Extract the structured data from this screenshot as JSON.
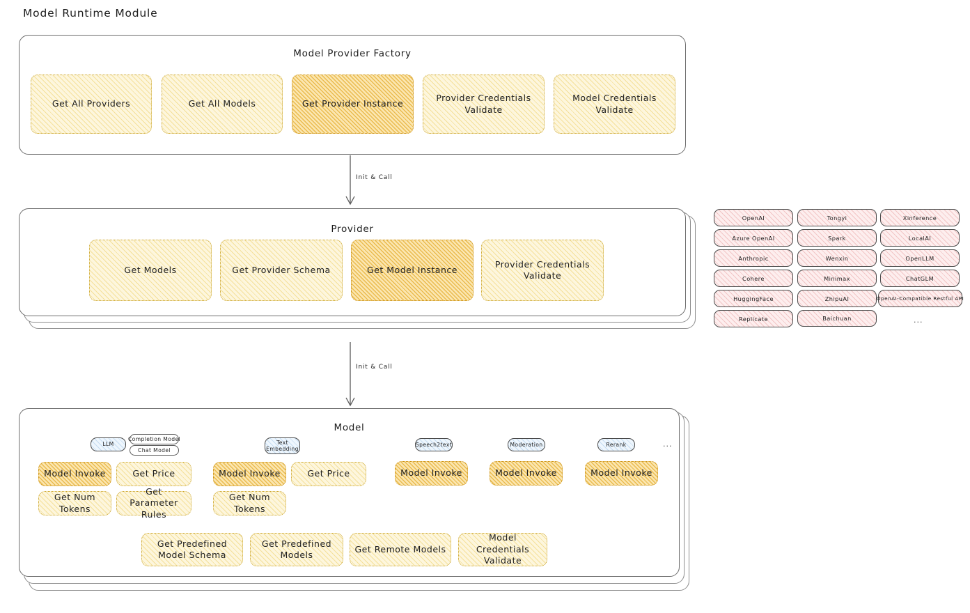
{
  "page": {
    "title": "Model Runtime Module"
  },
  "factory": {
    "title": "Model Provider Factory",
    "nodes": [
      {
        "label": "Get All Providers",
        "highlight": false
      },
      {
        "label": "Get All Models",
        "highlight": false
      },
      {
        "label": "Get Provider Instance",
        "highlight": true
      },
      {
        "label": "Provider Credentials Validate",
        "highlight": false
      },
      {
        "label": "Model Credentials Validate",
        "highlight": false
      }
    ]
  },
  "arrows": [
    {
      "label": "Init & Call"
    },
    {
      "label": "Init & Call"
    }
  ],
  "provider": {
    "title": "Provider",
    "nodes": [
      {
        "label": "Get Models",
        "highlight": false
      },
      {
        "label": "Get Provider Schema",
        "highlight": false
      },
      {
        "label": "Get Model Instance",
        "highlight": true
      },
      {
        "label": "Provider Credentials Validate",
        "highlight": false
      }
    ]
  },
  "provider_list": {
    "columns": [
      [
        "OpenAI",
        "Azure OpenAI",
        "Anthropic",
        "Cohere",
        "HuggingFace",
        "Replicate"
      ],
      [
        "Tongyi",
        "Spark",
        "Wenxin",
        "Minimax",
        "ZhipuAI",
        "Baichuan"
      ],
      [
        "Xinference",
        "LocalAI",
        "OpenLLM",
        "ChatGLM",
        "OpenAI-Compatible Restful API"
      ]
    ],
    "more": "..."
  },
  "model": {
    "title": "Model",
    "more": "...",
    "types": [
      {
        "name": "LLM",
        "sub": [
          "Completion Model",
          "Chat Model"
        ],
        "nodes": [
          {
            "label": "Model Invoke",
            "highlight": true
          },
          {
            "label": "Get Price",
            "highlight": false
          },
          {
            "label": "Get Num Tokens",
            "highlight": false
          },
          {
            "label": "Get Parameter Rules",
            "highlight": false
          }
        ]
      },
      {
        "name": "Text Embedding",
        "sub": [],
        "nodes": [
          {
            "label": "Model Invoke",
            "highlight": true
          },
          {
            "label": "Get Price",
            "highlight": false
          },
          {
            "label": "Get Num Tokens",
            "highlight": false
          }
        ]
      },
      {
        "name": "Speech2text",
        "sub": [],
        "nodes": [
          {
            "label": "Model Invoke",
            "highlight": true
          }
        ]
      },
      {
        "name": "Moderation",
        "sub": [],
        "nodes": [
          {
            "label": "Model Invoke",
            "highlight": true
          }
        ]
      },
      {
        "name": "Rerank",
        "sub": [],
        "nodes": [
          {
            "label": "Model Invoke",
            "highlight": true
          }
        ]
      }
    ],
    "common_nodes": [
      {
        "label": "Get Predefined Model Schema"
      },
      {
        "label": "Get Predefined Models"
      },
      {
        "label": "Get Remote Models"
      },
      {
        "label": "Model Credentials Validate"
      }
    ]
  },
  "colors": {
    "node_light": "#fdf6dd",
    "node_strong": "#fbe6b0",
    "provider_pill": "#fdeeee",
    "badge_blue": "#eef6fd",
    "stroke": "#1e1e1e"
  }
}
